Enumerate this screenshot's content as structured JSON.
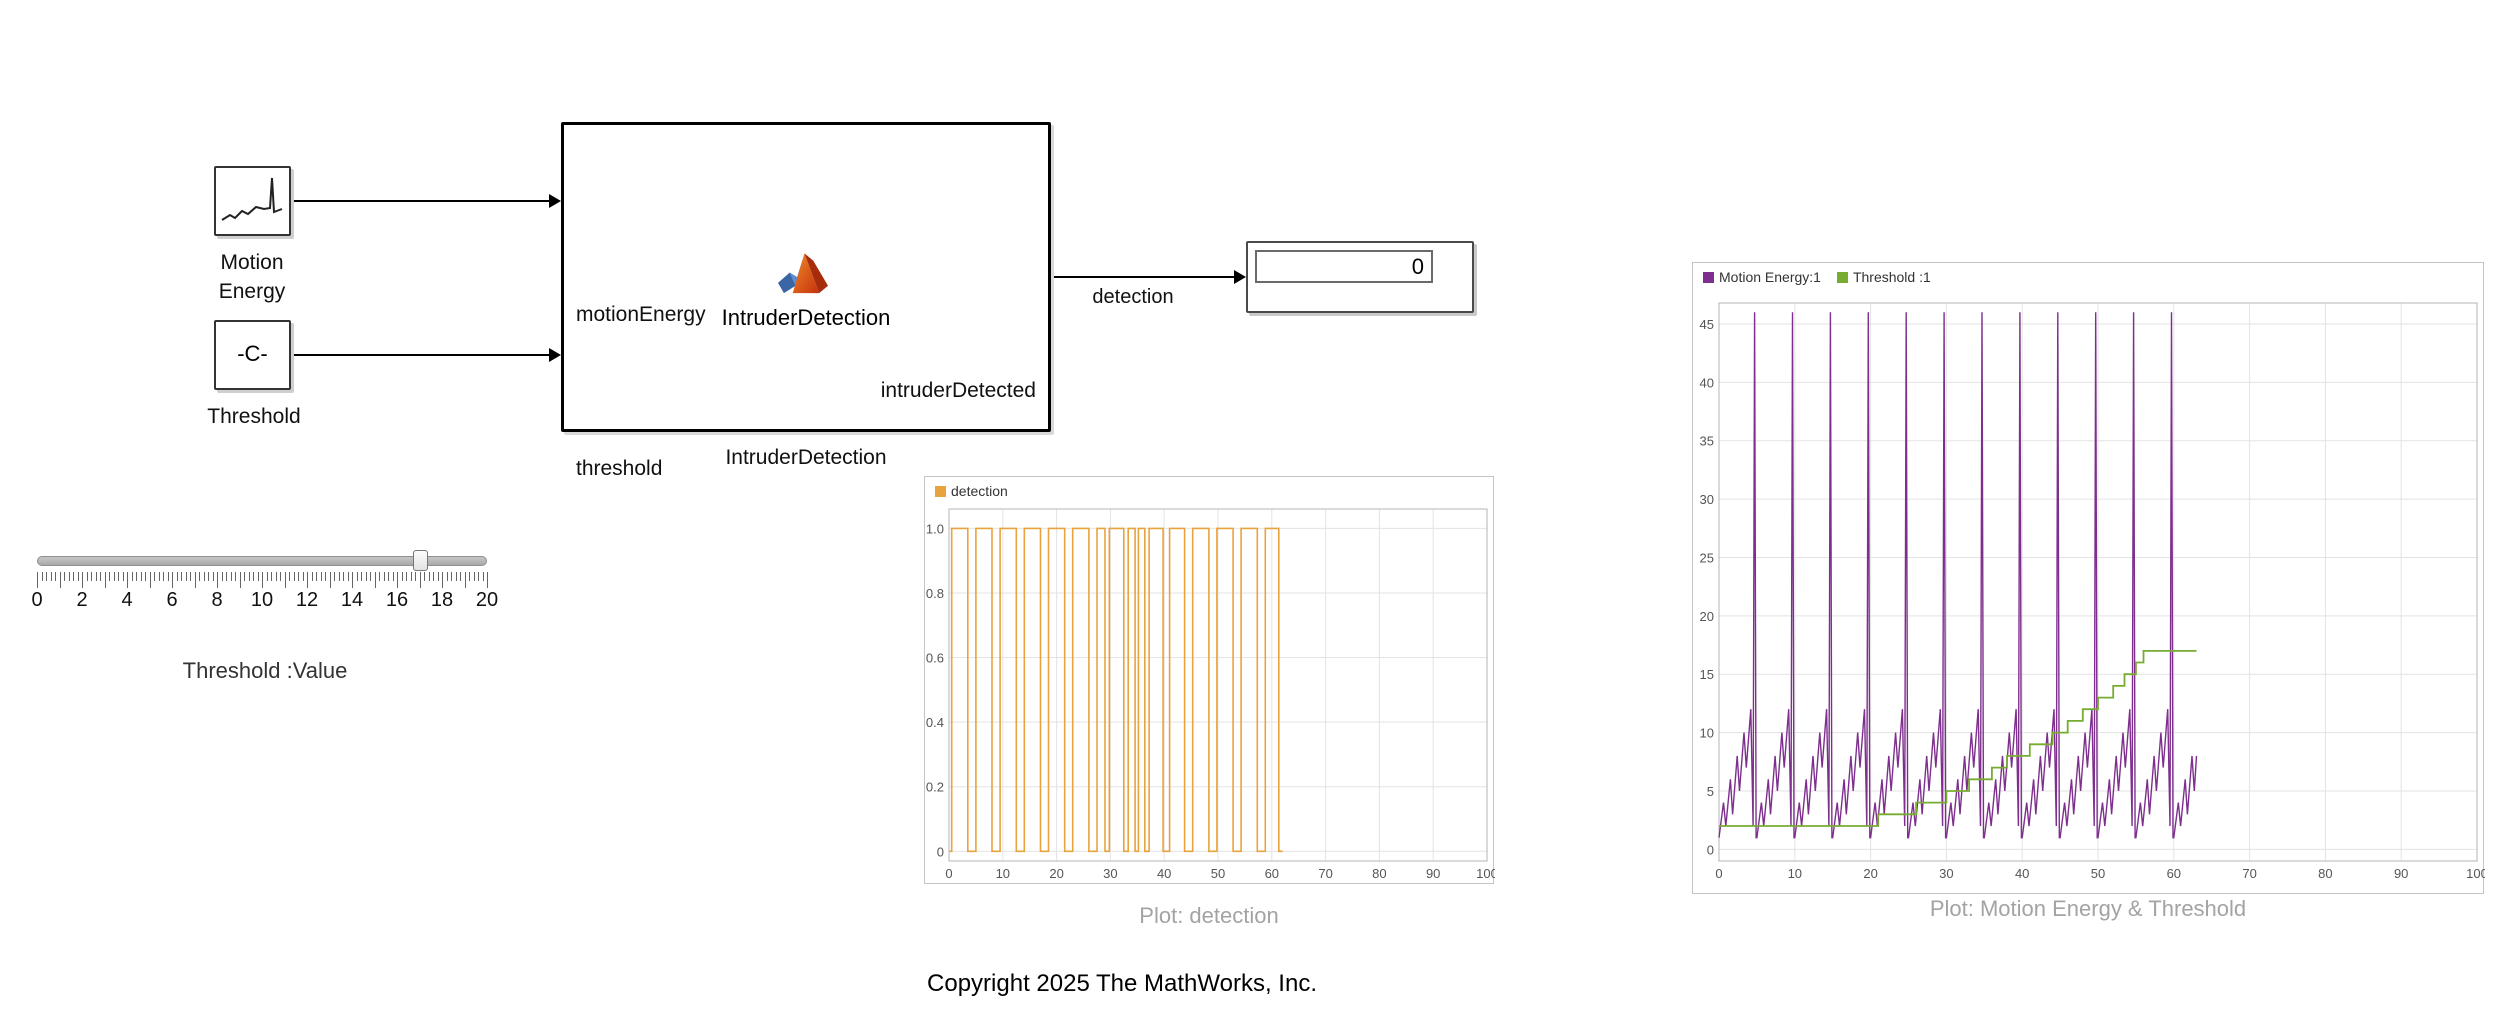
{
  "diagram": {
    "blocks": {
      "motion_energy": {
        "label_line1": "Motion",
        "label_line2": "Energy"
      },
      "threshold": {
        "content": "-C-",
        "label": "Threshold"
      },
      "intruder_detection": {
        "name": "IntruderDetection",
        "inner_label": "IntruderDetection",
        "ports": {
          "in1": "motionEnergy",
          "in2": "threshold",
          "out1": "intruderDetected"
        }
      },
      "display": {
        "value": "0"
      }
    },
    "signal_label": "detection",
    "slider": {
      "label": "Threshold :Value",
      "min": 0,
      "max": 20,
      "value": 17,
      "minor_step": 0.2,
      "label_step": 2,
      "tick_labels": [
        "0",
        "2",
        "4",
        "6",
        "8",
        "10",
        "12",
        "14",
        "16",
        "18",
        "20"
      ]
    },
    "copyright": "Copyright 2025 The MathWorks, Inc."
  },
  "chart_data": [
    {
      "type": "line",
      "title": "Plot: detection",
      "legend": [
        {
          "label": "detection",
          "color": "#E9A33D"
        }
      ],
      "xlim": [
        0,
        100
      ],
      "ylim": [
        -0.03,
        1.06
      ],
      "xticks": [
        0,
        10,
        20,
        30,
        40,
        50,
        60,
        70,
        80,
        90,
        100
      ],
      "yticks": [
        0,
        0.2,
        0.4,
        0.6,
        0.8,
        1.0
      ],
      "ytick_labels": [
        "0",
        "0.2",
        "0.4",
        "0.6",
        "0.8",
        "1.0"
      ],
      "grid": true,
      "signal": "square",
      "on_intervals": [
        [
          0.5,
          3.5
        ],
        [
          5,
          8
        ],
        [
          9.5,
          12.5
        ],
        [
          14,
          17
        ],
        [
          18.5,
          21.5
        ],
        [
          23,
          26
        ],
        [
          27.5,
          29
        ],
        [
          29.8,
          32.5
        ],
        [
          33.3,
          34.6
        ],
        [
          35.2,
          36.4
        ],
        [
          37.2,
          39.8
        ],
        [
          41,
          43.8
        ],
        [
          45.3,
          48.3
        ],
        [
          49.8,
          52.8
        ],
        [
          54.3,
          57.3
        ],
        [
          58.8,
          61.3
        ]
      ],
      "end_x": 62
    },
    {
      "type": "line",
      "title": "Plot: Motion Energy & Threshold",
      "xlim": [
        0,
        100
      ],
      "ylim": [
        -1,
        46.8
      ],
      "xticks": [
        0,
        10,
        20,
        30,
        40,
        50,
        60,
        70,
        80,
        90,
        100
      ],
      "yticks": [
        0,
        5,
        10,
        15,
        20,
        25,
        30,
        35,
        40,
        45
      ],
      "grid": true,
      "series": [
        {
          "name": "Motion Energy:1",
          "color": "#7E2F8E",
          "pattern": {
            "cycle_length": 5,
            "cycles": 12,
            "template": [
              [
                0,
                1
              ],
              [
                0.6,
                4
              ],
              [
                0.9,
                2
              ],
              [
                1.5,
                6
              ],
              [
                1.8,
                3
              ],
              [
                2.4,
                8
              ],
              [
                2.7,
                5
              ],
              [
                3.3,
                10
              ],
              [
                3.6,
                7
              ],
              [
                4.2,
                12
              ],
              [
                4.5,
                2
              ],
              [
                4.7,
                46
              ],
              [
                4.9,
                1
              ]
            ],
            "tail": [
              [
                60,
                1
              ],
              [
                60.6,
                4
              ],
              [
                60.9,
                2
              ],
              [
                61.5,
                6
              ],
              [
                61.8,
                3
              ],
              [
                62.4,
                8
              ],
              [
                62.7,
                5
              ],
              [
                63,
                8
              ]
            ]
          }
        },
        {
          "name": "Threshold :1",
          "color": "#77AC30",
          "points": [
            [
              0,
              2
            ],
            [
              21,
              2
            ],
            [
              21,
              3
            ],
            [
              26,
              3
            ],
            [
              26,
              4
            ],
            [
              30,
              4
            ],
            [
              30,
              5
            ],
            [
              33,
              5
            ],
            [
              33,
              6
            ],
            [
              36,
              6
            ],
            [
              36,
              7
            ],
            [
              38,
              7
            ],
            [
              38,
              8
            ],
            [
              41,
              8
            ],
            [
              41,
              9
            ],
            [
              44,
              9
            ],
            [
              44,
              10
            ],
            [
              46,
              10
            ],
            [
              46,
              11
            ],
            [
              48,
              11
            ],
            [
              48,
              12
            ],
            [
              50,
              12
            ],
            [
              50,
              13
            ],
            [
              52,
              13
            ],
            [
              52,
              14
            ],
            [
              53.5,
              14
            ],
            [
              53.5,
              15
            ],
            [
              55,
              15
            ],
            [
              55,
              16
            ],
            [
              56,
              16
            ],
            [
              56,
              17
            ],
            [
              63,
              17
            ]
          ]
        }
      ]
    }
  ]
}
